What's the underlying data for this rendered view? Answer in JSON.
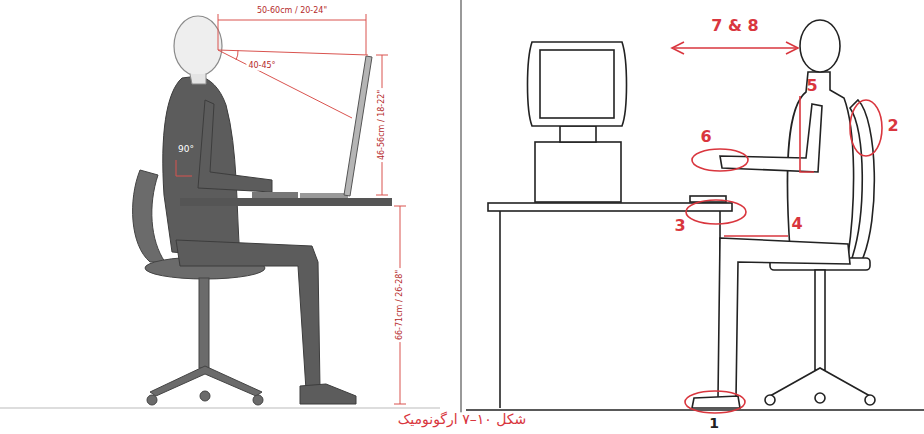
{
  "diagram": {
    "caption": "شکل ۱۰–۷ ارگونومیک",
    "labels": [
      "50-60cm / 20-24\"",
      "40-45°",
      "90°",
      "46-56cm / 18-22\"",
      "66-71cm / 26-28\"",
      "7 & 8",
      "6",
      "5",
      "2",
      "3",
      "4",
      "1"
    ]
  }
}
